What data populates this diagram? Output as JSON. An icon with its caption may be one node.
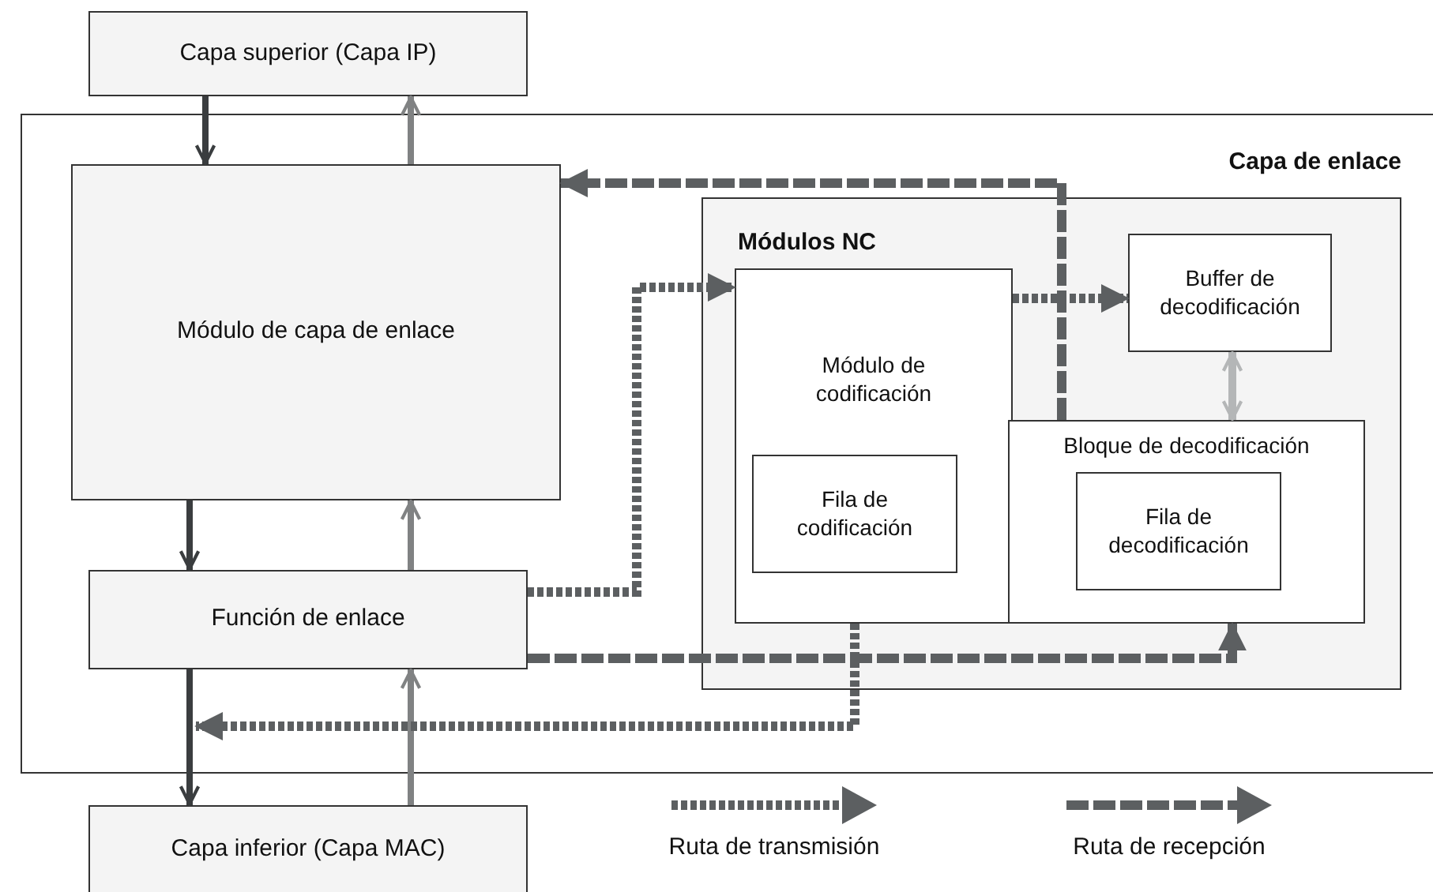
{
  "diagram": {
    "nodes": [
      {
        "text": [
          "Capa superior (Capa IP)"
        ]
      },
      {
        "text": [
          "Capa de enlace"
        ]
      },
      {
        "text": [
          "Módulo de capa de enlace"
        ],
        "in": 1
      },
      {
        "text": [
          "Función de enlace"
        ],
        "in": 1
      },
      {
        "text": [
          "Módulos NC"
        ],
        "in": 1
      },
      {
        "text": [
          "Módulo de codificación"
        ],
        "in": 4
      },
      {
        "text": [
          "Fila de codificación"
        ],
        "in": 5
      },
      {
        "text": [
          "Buffer de decodificación"
        ],
        "in": 4
      },
      {
        "text": [
          "Bloque de decodificación"
        ],
        "in": 4
      },
      {
        "text": [
          "Fila de decodificación"
        ],
        "in": 8
      },
      {
        "text": [
          "Capa inferior (Capa MAC)"
        ]
      }
    ],
    "edges": [
      {
        "from": 0,
        "to": 2,
        "arrow": "to",
        "color": "#3a3d3f"
      },
      {
        "from": 2,
        "to": 0,
        "arrow": "to",
        "color": "#808283"
      },
      {
        "from": 2,
        "to": 3,
        "arrow": "to",
        "color": "#3a3d3f"
      },
      {
        "from": 3,
        "to": 2,
        "arrow": "to",
        "color": "#808283"
      },
      {
        "from": 3,
        "to": 10,
        "arrow": "to",
        "color": "#3a3d3f"
      },
      {
        "from": 10,
        "to": 3,
        "arrow": "to",
        "color": "#808283"
      },
      {
        "from": 3,
        "to": 5,
        "arrow": "to",
        "style": "dashed",
        "color": "#5c5f61"
      },
      {
        "from": 5,
        "to": 7,
        "arrow": "to",
        "style": "dashed",
        "color": "#5c5f61"
      },
      {
        "from": 5,
        "to": null,
        "arrow": "to",
        "style": "dashed",
        "color": "#5c5f61"
      },
      {
        "from": 3,
        "to": 8,
        "arrow": "to",
        "style": "dashed",
        "color": "#5c5f61"
      },
      {
        "from": 8,
        "to": 2,
        "arrow": "to",
        "style": "dashed",
        "color": "#5c5f61"
      },
      {
        "from": 7,
        "to": 8,
        "arrow": "both",
        "color": "#b4b6b7"
      }
    ],
    "legend": [
      {
        "text": "Ruta de transmisión"
      },
      {
        "text": "Ruta de recepción"
      }
    ]
  }
}
